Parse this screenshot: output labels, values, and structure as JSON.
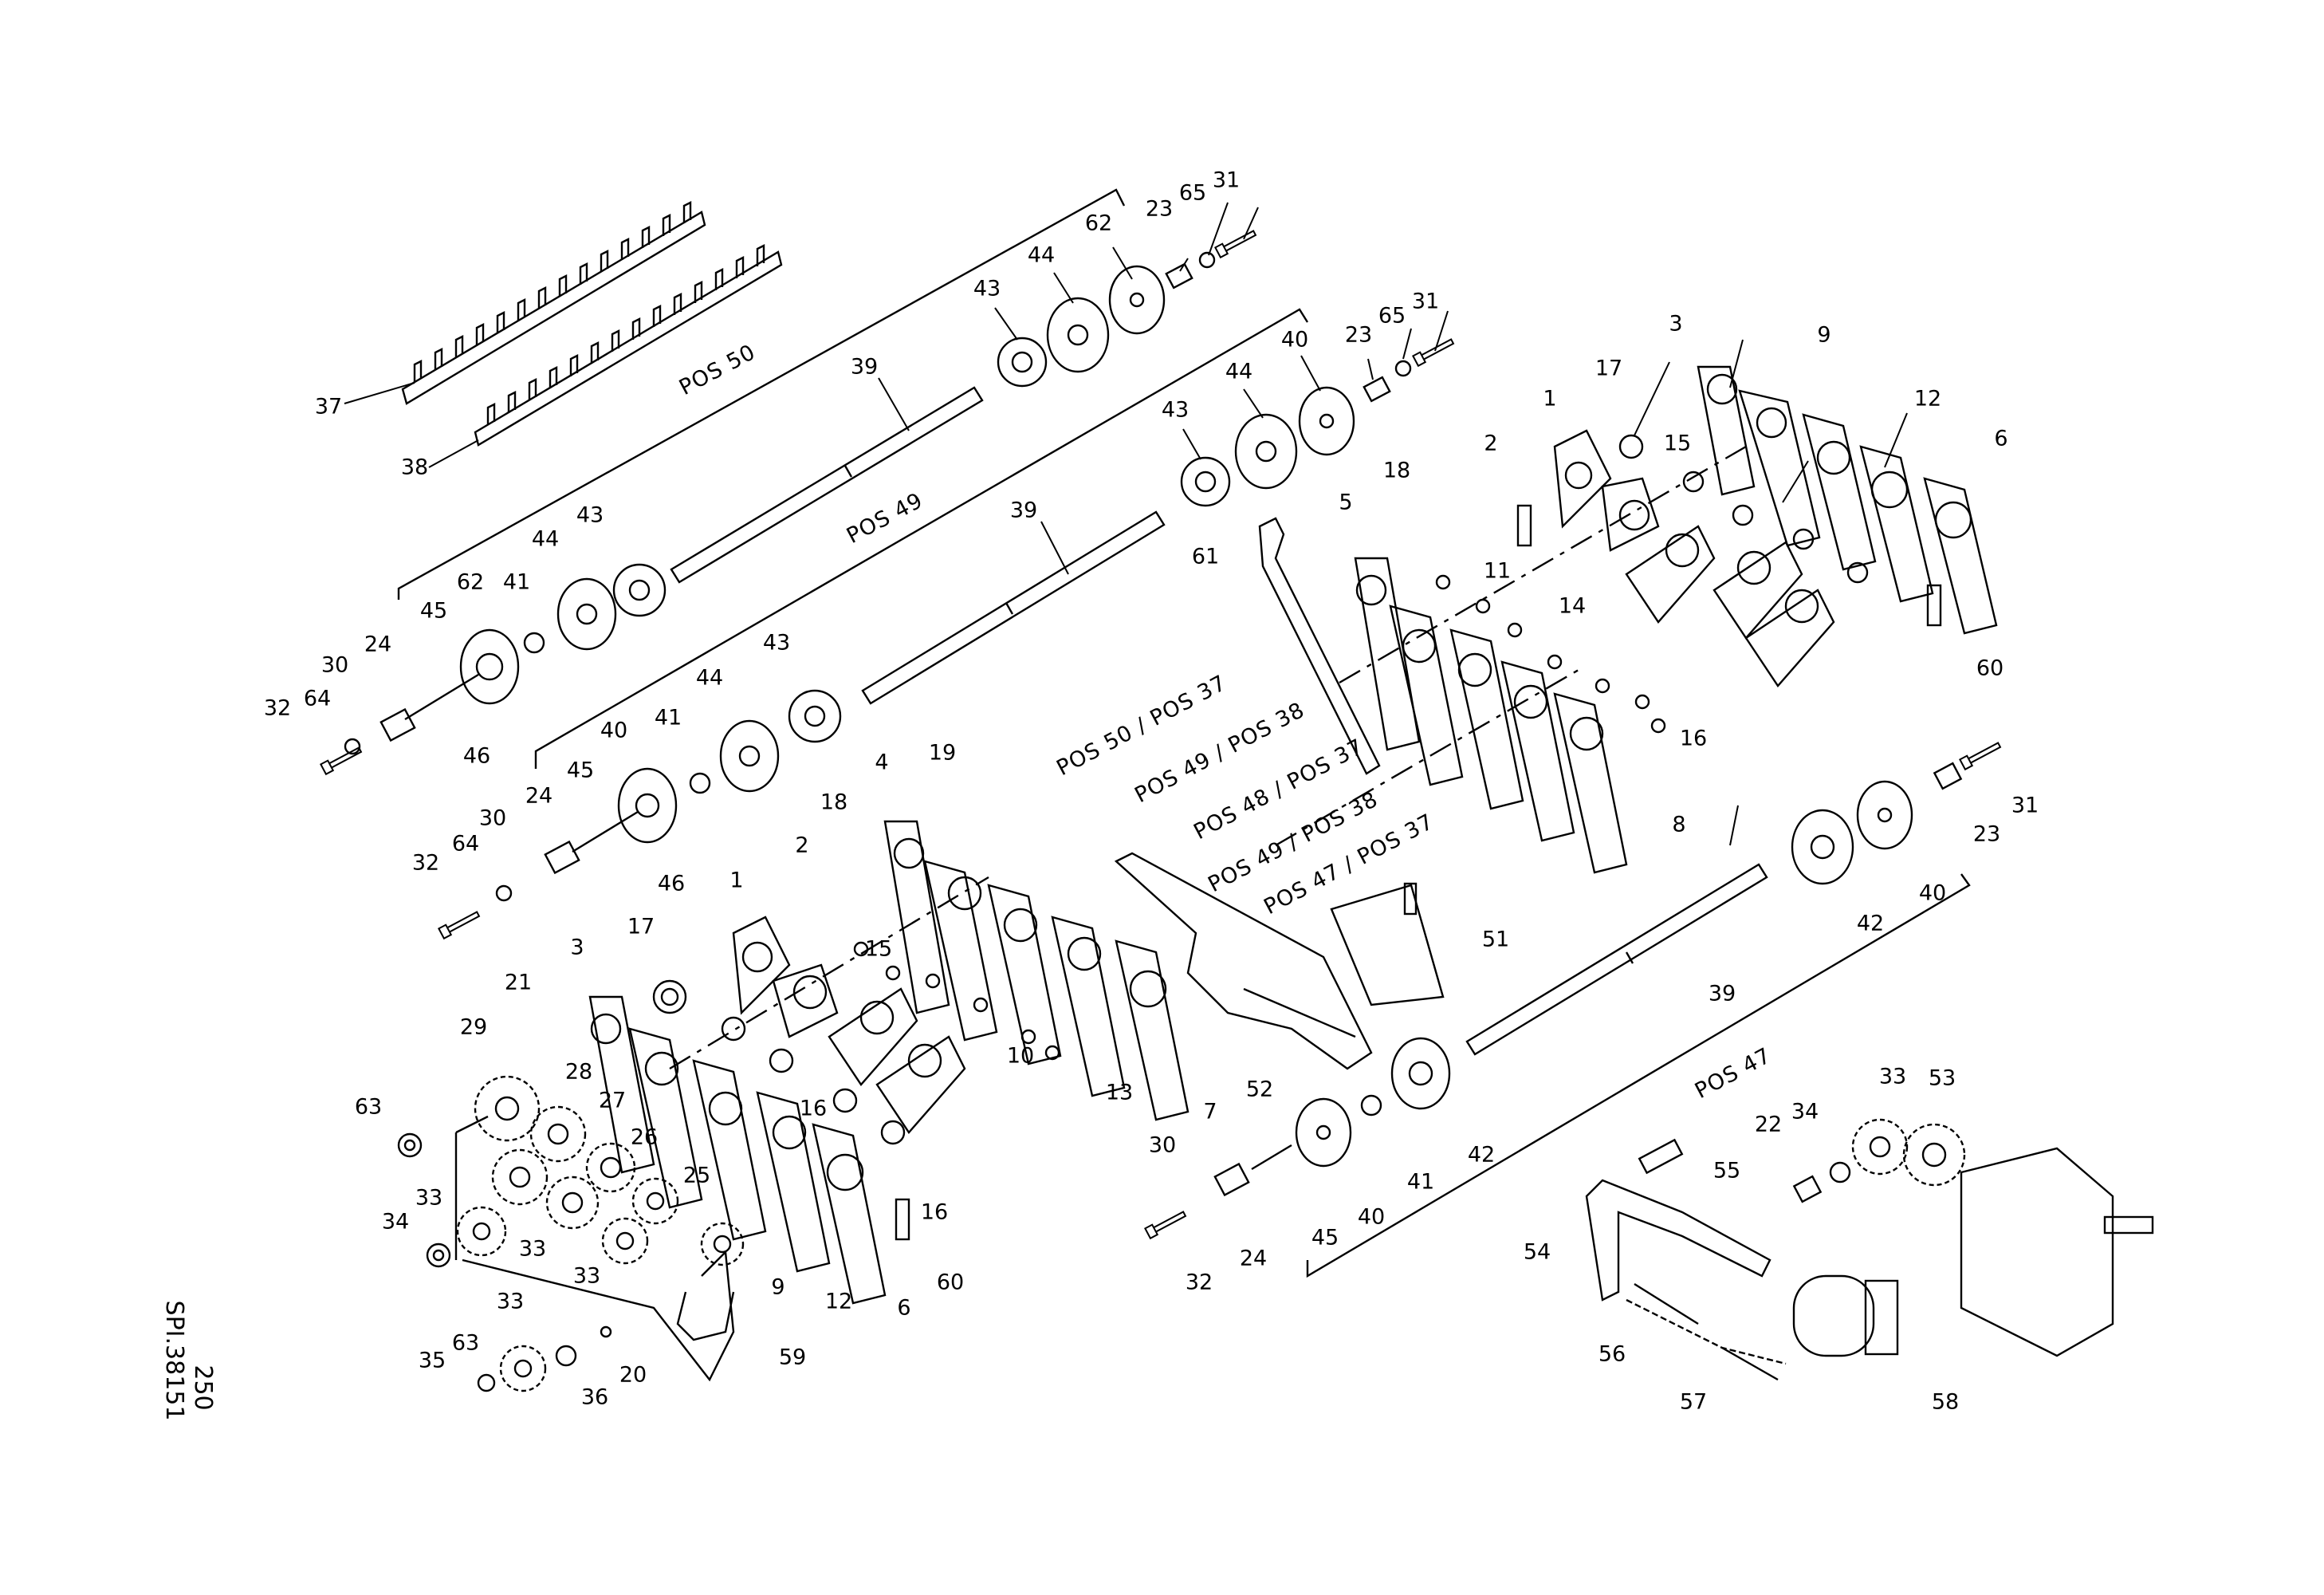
{
  "drawing": {
    "sheet_number": "250",
    "drawing_code": "SPI.38151",
    "position_labels": {
      "pos50": "POS 50",
      "pos49": "POS 49",
      "pos47": "POS 47",
      "pos50_37": "POS 50 / POS 37",
      "pos49_38": "POS 49 / POS 38",
      "pos48_37": "POS 48 / POS 37",
      "pos49_38b": "POS 49 / POS 38",
      "pos47_37": "POS 47 / POS 37"
    },
    "callouts": {
      "c37": "37",
      "c38": "38",
      "c23a": "23",
      "c65a": "65",
      "c31a": "31",
      "c62a": "62",
      "c44a": "44",
      "c43a": "43",
      "c39a": "39",
      "c23b": "23",
      "c65b": "65",
      "c31b": "31",
      "c40a": "40",
      "c44b": "44",
      "c43b": "43",
      "c39b": "39",
      "c43c": "43",
      "c44c": "44",
      "c41a": "41",
      "c62b": "62",
      "c45a": "45",
      "c24a": "24",
      "c30a": "30",
      "c32a": "32",
      "c64a": "64",
      "c46a": "46",
      "c43d": "43",
      "c44d": "44",
      "c41b": "41",
      "c40b": "40",
      "c45b": "45",
      "c24b": "24",
      "c30b": "30",
      "c32b": "32",
      "c64b": "64",
      "c46b": "46",
      "c3a": "3",
      "c9a": "9",
      "c12a": "12",
      "c6a": "6",
      "c1a": "1",
      "c17a": "17",
      "c15a": "15",
      "c2a": "2",
      "c18a": "18",
      "c5a": "5",
      "c61": "61",
      "c11": "11",
      "c14": "14",
      "c16a": "16",
      "c60a": "60",
      "c8": "8",
      "c4": "4",
      "c19": "19",
      "c18b": "18",
      "c2b": "2",
      "c1b": "1",
      "c15b": "15",
      "c17b": "17",
      "c3b": "3",
      "c21": "21",
      "c29": "29",
      "c28": "28",
      "c27": "27",
      "c26": "26",
      "c25": "25",
      "c63a": "63",
      "c33a": "33",
      "c33b": "33",
      "c34a": "34",
      "c33c": "33",
      "c16b": "16",
      "c16c": "16",
      "c10": "10",
      "c13": "13",
      "c7": "7",
      "c52": "52",
      "c51": "51",
      "c9b": "9",
      "c12b": "12",
      "c6b": "6",
      "c60b": "60",
      "c59": "59",
      "c33d": "33",
      "c63b": "63",
      "c35": "35",
      "c36": "36",
      "c20": "20",
      "c31c": "31",
      "c23c": "23",
      "c40c": "40",
      "c42a": "42",
      "c39c": "39",
      "c42b": "42",
      "c41c": "41",
      "c40d": "40",
      "c45c": "45",
      "c30c": "30",
      "c24c": "24",
      "c32c": "32",
      "c33e": "33",
      "c53": "53",
      "c55": "55",
      "c22": "22",
      "c34b": "34",
      "c54": "54",
      "c56": "56",
      "c57": "57",
      "c58": "58"
    }
  }
}
